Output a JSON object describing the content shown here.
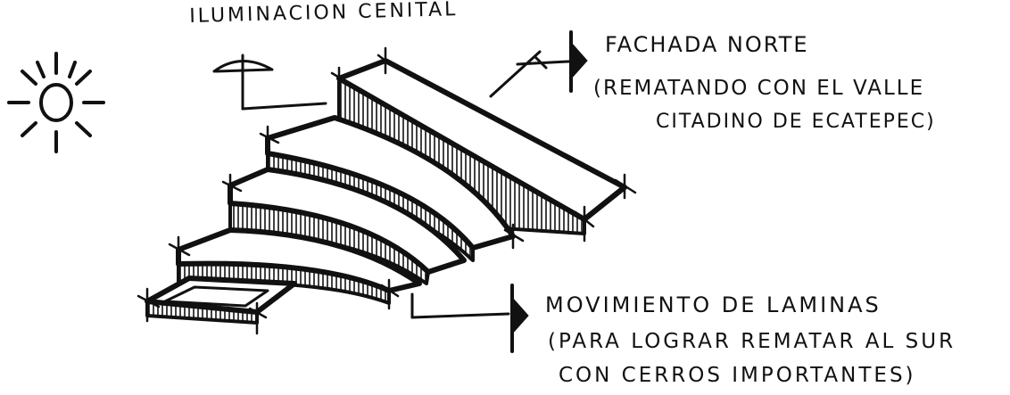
{
  "labels": {
    "top_light": "ILUMINACION CENITAL",
    "north_line1": "FACHADA NORTE",
    "north_line2": "(REMATANDO CON EL VALLE",
    "north_line3": "CITADINO DE ECATEPEC)",
    "south_line1": "MOVIMIENTO DE LAMINAS",
    "south_line2": "(PARA LOGRAR REMATAR AL SUR",
    "south_line3": "CON CERROS IMPORTANTES)"
  },
  "icons": {
    "sun": "sun-icon",
    "umbrella": "umbrella-icon",
    "arrow_marker": "arrow-marker-icon"
  },
  "colors": {
    "ink": "#111111",
    "paper": "#ffffff"
  }
}
